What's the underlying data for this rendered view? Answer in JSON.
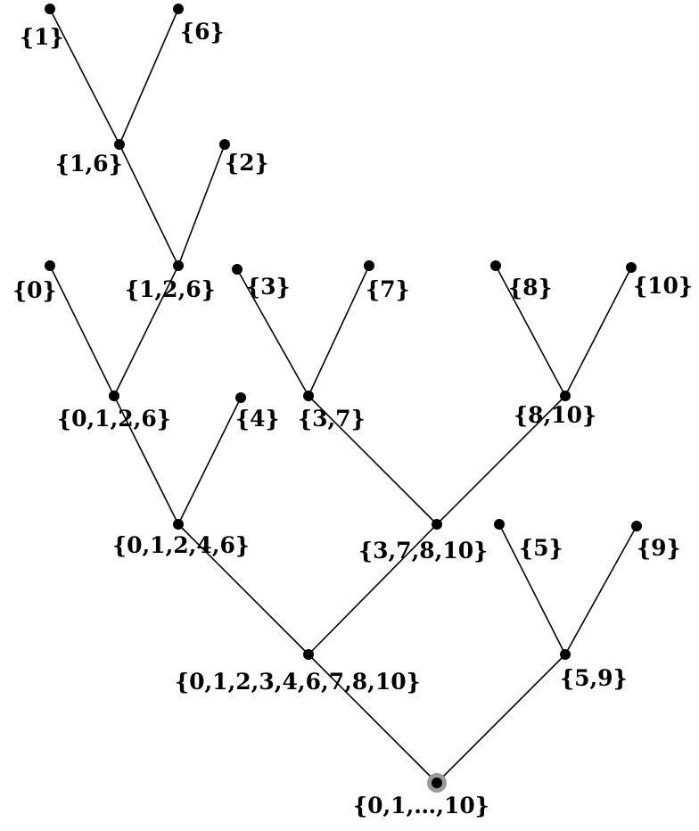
{
  "diagram": {
    "nodes": [
      {
        "id": "n1",
        "label": "{1}"
      },
      {
        "id": "n6",
        "label": "{6}"
      },
      {
        "id": "n16",
        "label": "{1,6}"
      },
      {
        "id": "n2",
        "label": "{2}"
      },
      {
        "id": "n0",
        "label": "{0}"
      },
      {
        "id": "n126",
        "label": "{1,2,6}"
      },
      {
        "id": "n3",
        "label": "{3}"
      },
      {
        "id": "n7",
        "label": "{7}"
      },
      {
        "id": "n8",
        "label": "{8}"
      },
      {
        "id": "n10",
        "label": "{10}"
      },
      {
        "id": "n0126",
        "label": "{0,1,2,6}"
      },
      {
        "id": "n4",
        "label": "{4}"
      },
      {
        "id": "n37",
        "label": "{3,7}"
      },
      {
        "id": "n810",
        "label": "{8,10}"
      },
      {
        "id": "n01246",
        "label": "{0,1,2,4,6}"
      },
      {
        "id": "n37810",
        "label": "{3,7,8,10}"
      },
      {
        "id": "n5",
        "label": "{5}"
      },
      {
        "id": "n9",
        "label": "{9}"
      },
      {
        "id": "nbig",
        "label": "{0,1,2,3,4,6,7,8,10}"
      },
      {
        "id": "n59",
        "label": "{5,9}"
      },
      {
        "id": "root",
        "label": "{0,1,…,10}"
      }
    ],
    "edges": [
      [
        "n1",
        "n16"
      ],
      [
        "n6",
        "n16"
      ],
      [
        "n16",
        "n126"
      ],
      [
        "n2",
        "n126"
      ],
      [
        "n0",
        "n0126"
      ],
      [
        "n126",
        "n0126"
      ],
      [
        "n3",
        "n37"
      ],
      [
        "n7",
        "n37"
      ],
      [
        "n8",
        "n810"
      ],
      [
        "n10",
        "n810"
      ],
      [
        "n0126",
        "n01246"
      ],
      [
        "n4",
        "n01246"
      ],
      [
        "n37",
        "n37810"
      ],
      [
        "n810",
        "n37810"
      ],
      [
        "n01246",
        "nbig"
      ],
      [
        "n37810",
        "nbig"
      ],
      [
        "n5",
        "n59"
      ],
      [
        "n9",
        "n59"
      ],
      [
        "nbig",
        "root"
      ],
      [
        "n59",
        "root"
      ]
    ],
    "root_id": "root"
  }
}
